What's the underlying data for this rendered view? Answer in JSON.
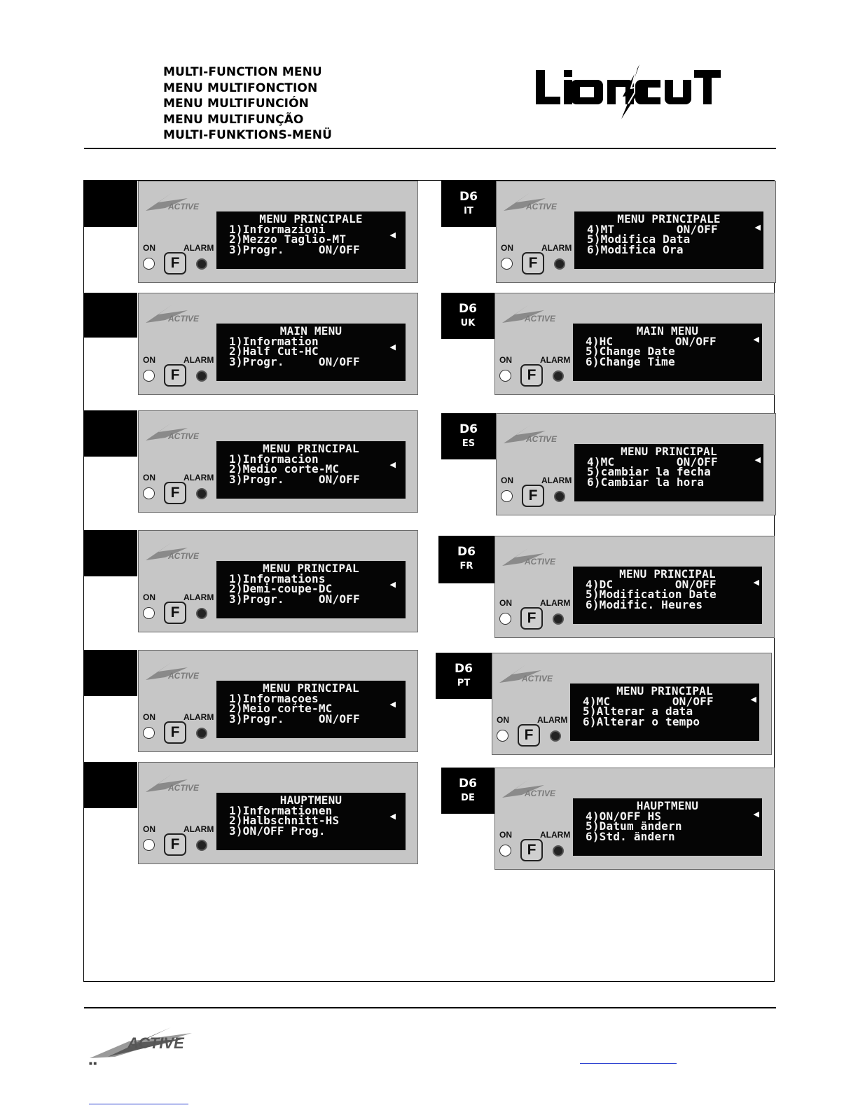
{
  "header": {
    "titles": [
      "MULTI-FUNCTION MENU",
      "MENU MULTIFONCTION",
      "MENU MULTIFUNCIÓN",
      "MENU MULTIFUNÇÃO",
      "MULTI-FUNKTIONS-MENÜ"
    ],
    "brand_logo_text": "LiON CUT"
  },
  "panel_labels": {
    "brand": "ACTIVE",
    "on": "ON",
    "alarm": "ALARM",
    "function_button": "F"
  },
  "left_panels": [
    {
      "title": "MENU PRINCIPALE",
      "lines": [
        "1)Informazioni",
        "2)Mezzo Taglio-MT",
        "3)Progr.     ON/OFF"
      ]
    },
    {
      "title": "MAIN MENU",
      "lines": [
        "1)Information",
        "2)Half Cut-HC",
        "3)Progr.     ON/OFF"
      ]
    },
    {
      "title": "MENU PRINCIPAL",
      "lines": [
        "1)Informacion",
        "2)Medio corte-MC",
        "3)Progr.     ON/OFF"
      ]
    },
    {
      "title": "MENU PRINCIPAL",
      "lines": [
        "1)Informations",
        "2)Demi-coupe-DC",
        "3)Progr.     ON/OFF"
      ]
    },
    {
      "title": "MENU PRINCIPAL",
      "lines": [
        "1)Informaçoes",
        "2)Meio corte-MC",
        "3)Progr.     ON/OFF"
      ]
    },
    {
      "title": "HAUPTMENU",
      "lines": [
        "1)Informationen",
        "2)Halbschnitt-HS",
        "3)ON/OFF Prog."
      ]
    }
  ],
  "right_panels": [
    {
      "code": "D6",
      "lang": "IT",
      "title": "MENU PRINCIPALE",
      "lines": [
        "4)MT         ON/OFF",
        "5)Modifica Data",
        "6)Modifica Ora"
      ]
    },
    {
      "code": "D6",
      "lang": "UK",
      "title": "MAIN MENU",
      "lines": [
        "4)HC         ON/OFF",
        "5)Change Date",
        "6)Change Time"
      ]
    },
    {
      "code": "D6",
      "lang": "ES",
      "title": "MENU PRINCIPAL",
      "lines": [
        "4)MC         ON/OFF",
        "5)cambiar la fecha",
        "6)Cambiar la hora"
      ]
    },
    {
      "code": "D6",
      "lang": "FR",
      "title": "MENU PRINCIPAL",
      "lines": [
        "4)DC         ON/OFF",
        "5)Modification Date",
        "6)Modific. Heures"
      ]
    },
    {
      "code": "D6",
      "lang": "PT",
      "title": "MENU PRINCIPAL",
      "lines": [
        "4)MC         ON/OFF",
        "5)Alterar a data",
        "6)Alterar o tempo"
      ]
    },
    {
      "code": "D6",
      "lang": "DE",
      "title": "HAUPTMENU",
      "lines": [
        "4)ON/OFF HS",
        "5)Datum ändern",
        "6)Std. ändern"
      ]
    }
  ],
  "footer": {
    "brand": "ACTIVE"
  },
  "colors": {
    "panel_bg": "#c6c6c6",
    "screen_bg": "#050505",
    "screen_text": "#f4f4f4",
    "tab_bg": "#000000",
    "link": "#2a3fd0"
  }
}
